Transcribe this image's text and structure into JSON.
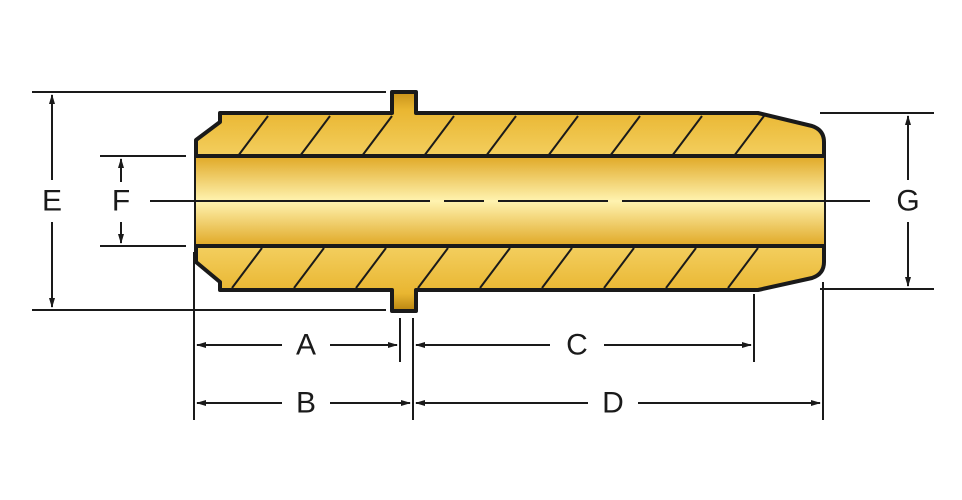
{
  "colors": {
    "brass_light": "#fbe07a",
    "brass_mid": "#e8b830",
    "brass_dark": "#b88410",
    "outline": "#1a1a1a",
    "dimension_line": "#1a1a1a"
  },
  "labels": {
    "A": "A",
    "B": "B",
    "C": "C",
    "D": "D",
    "E": "E",
    "F": "F",
    "G": "G"
  }
}
